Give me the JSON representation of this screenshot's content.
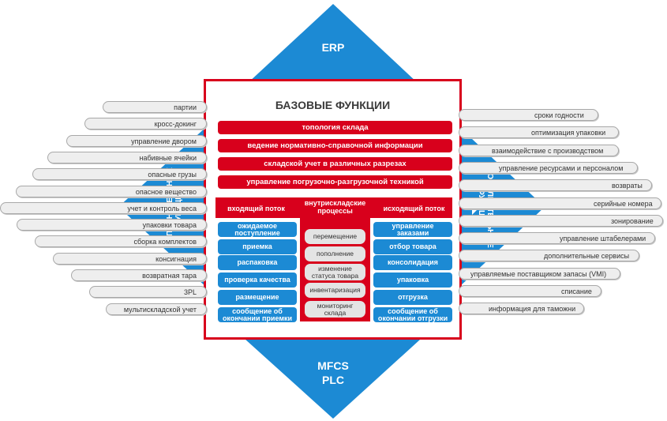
{
  "top_system": "ERP",
  "bottom_system": {
    "line1": "MFCS",
    "line2": "PLC"
  },
  "side_label": {
    "line1": "ДОПОЛНИТЕЛЬНЫЕ",
    "line2": "ФУНКЦИИ"
  },
  "base": {
    "title": "БАЗОВЫЕ ФУНКЦИИ",
    "bars": [
      "топология склада",
      "ведение нормативно-справочной информации",
      "складской учет в различных разрезах",
      "управление погрузочно-разгрузочной техникой"
    ]
  },
  "incoming": {
    "header": "входящий поток",
    "items": [
      [
        "ожидаемое",
        "поступление"
      ],
      [
        "приемка"
      ],
      [
        "распаковка"
      ],
      [
        "проверка качества"
      ],
      [
        "размещение"
      ],
      [
        "сообщение об",
        "окончании приемки"
      ]
    ]
  },
  "internal": {
    "header": [
      "внутрискладские",
      "процессы"
    ],
    "items": [
      [
        "перемещение"
      ],
      [
        "пополнение"
      ],
      [
        "изменение",
        "статуса товара"
      ],
      [
        "инвентаризация"
      ],
      [
        "мониторинг",
        "склада"
      ]
    ]
  },
  "outgoing": {
    "header": "исходящий поток",
    "items": [
      [
        "управление",
        "заказами"
      ],
      [
        "отбор товара"
      ],
      [
        "консолидация"
      ],
      [
        "упаковка"
      ],
      [
        "отгрузка"
      ],
      [
        "сообщение об",
        "окончании отгрузки"
      ]
    ]
  },
  "left_functions": [
    "партии",
    "кросс-докинг",
    "управление двором",
    "набивные ячейки",
    "опасные грузы",
    "опасное вещество",
    "учет и контроль веса",
    "упаковки товара",
    "сборка комплектов",
    "консигнация",
    "возвратная тара",
    "3PL",
    "мультискладской учет"
  ],
  "right_functions": [
    "сроки годности",
    "оптимизация упаковки",
    "взаимодействие с производством",
    "управление ресурсами и персоналом",
    "возвраты",
    "серийные номера",
    "зонирование",
    "управление штабелерами",
    "дополнительные сервисы",
    "управляемые поставщиком запасы (VMI)",
    "списание",
    "информация для таможни"
  ],
  "colors": {
    "red": "#d8001c",
    "blue": "#1c8ad4",
    "pill_bg": "#eeeeee",
    "pill_border": "#a8a8a8",
    "dark_text": "#3a3a3a"
  }
}
